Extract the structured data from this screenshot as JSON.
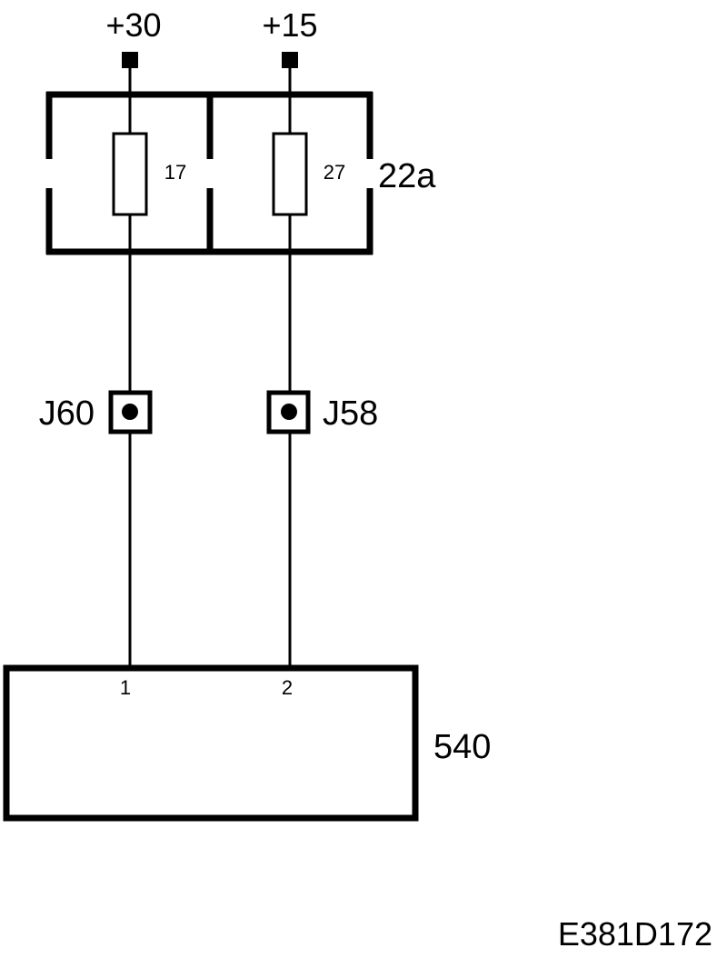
{
  "supplies": {
    "left": "+30",
    "right": "+15"
  },
  "fuse_box": {
    "label": "22a",
    "fuse_left": "17",
    "fuse_right": "27"
  },
  "junctions": {
    "left": "J60",
    "right": "J58"
  },
  "component": {
    "label": "540",
    "pin_left": "1",
    "pin_right": "2"
  },
  "figure_code": "E381D172"
}
